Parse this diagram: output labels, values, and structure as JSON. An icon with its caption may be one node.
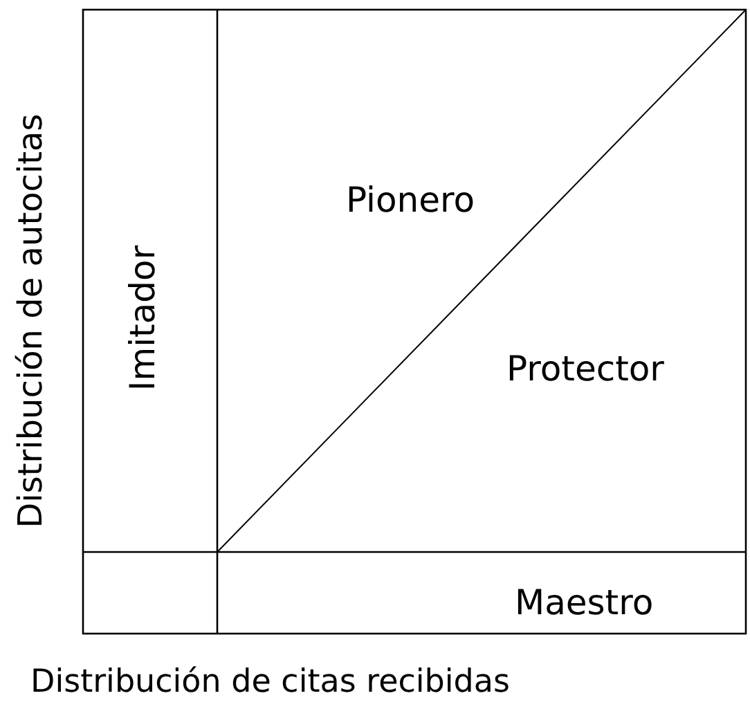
{
  "diagram": {
    "labels": [
      "Pionero",
      "Imitador",
      "Protector",
      "Maestro",
      "Distribución de autocitas",
      "Distribución de citas recibidas"
    ]
  }
}
